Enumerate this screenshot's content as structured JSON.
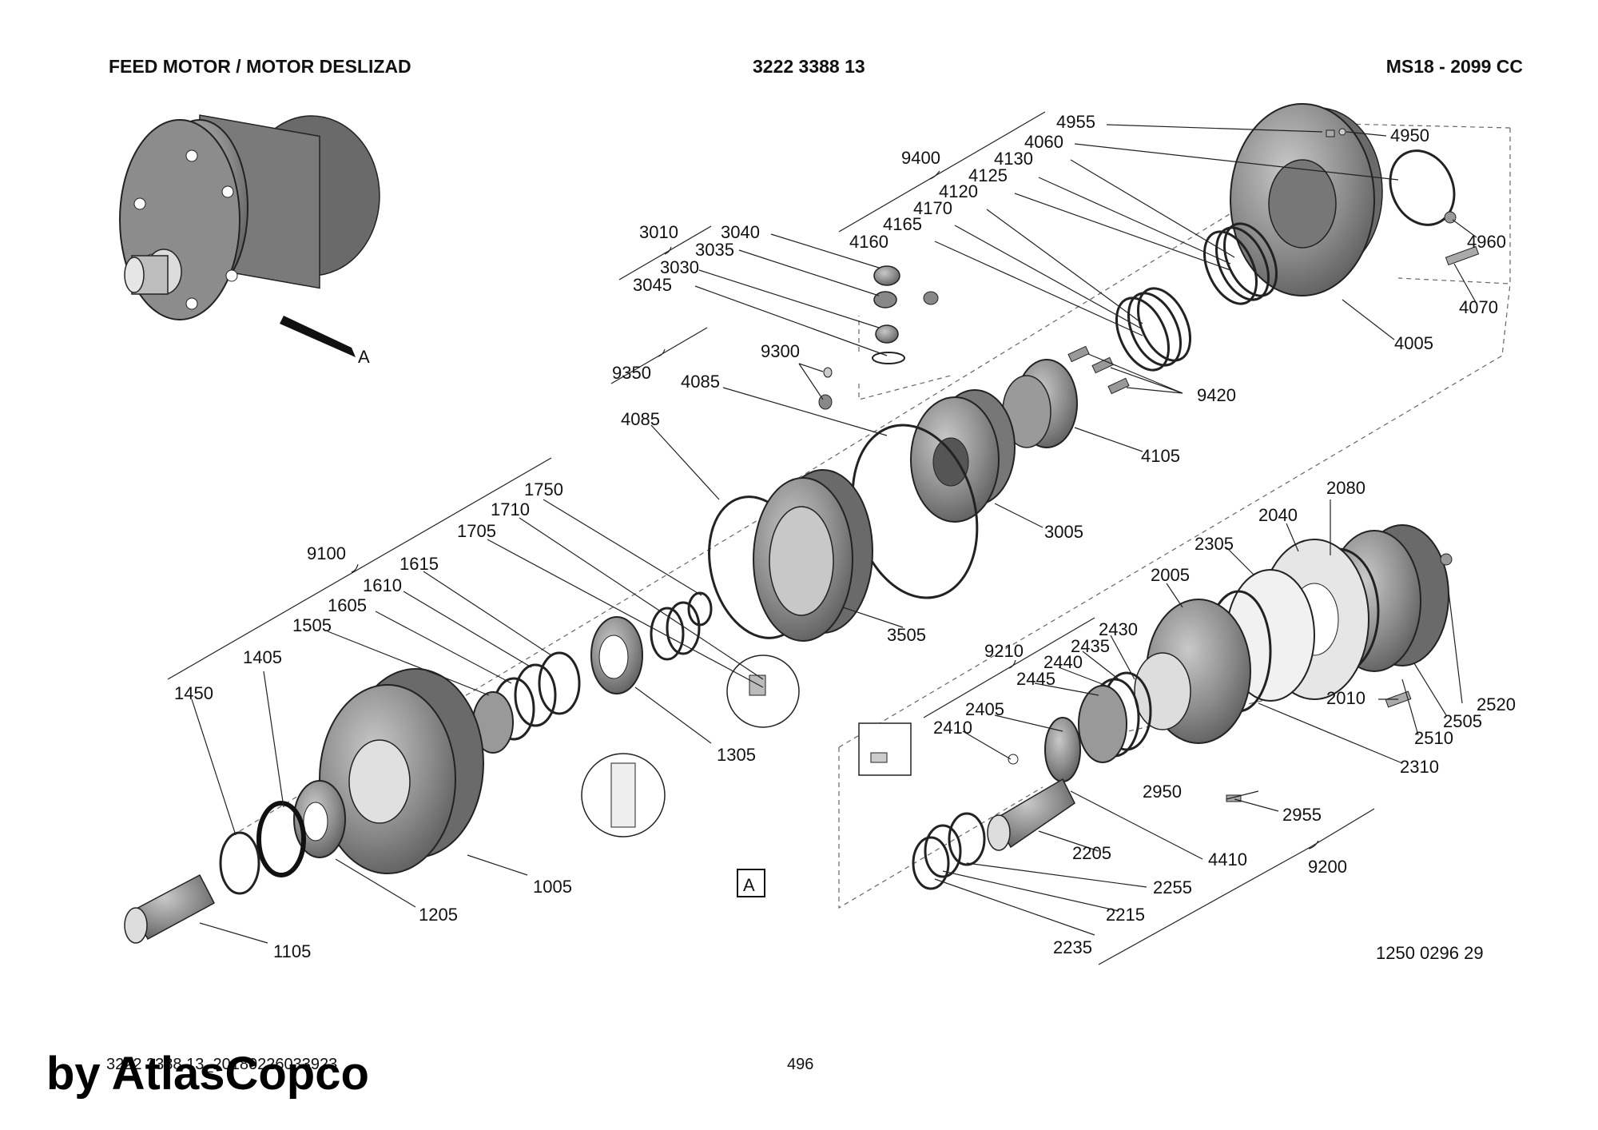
{
  "header": {
    "title": "FEED MOTOR / MOTOR DESLIZAD",
    "part_number": "3222 3388 13",
    "model": "MS18 - 2099 CC"
  },
  "detail_marker": "A",
  "view_box_label": "A",
  "drawing_number": "1250 0296 29",
  "footer": {
    "doc_id": "3222 3388 13_20180226033923",
    "page": "496",
    "watermark": "by AtlasCopco"
  },
  "groups": [
    "9400",
    "3010",
    "9350",
    "9100",
    "9210",
    "9200"
  ],
  "parts": [
    "4955",
    "4950",
    "4060",
    "4130",
    "4125",
    "4120",
    "4170",
    "4165",
    "4160",
    "4960",
    "4070",
    "4005",
    "3040",
    "3035",
    "3030",
    "3045",
    "9300",
    "4085a",
    "4085b",
    "9420",
    "4105",
    "3005",
    "1750",
    "1710",
    "1705",
    "1615",
    "1610",
    "1605",
    "1505",
    "1405",
    "1450",
    "3505",
    "1305",
    "1005",
    "1205",
    "1105",
    "2080",
    "2040",
    "2305",
    "2005",
    "2430",
    "2435",
    "2440",
    "2445",
    "2405",
    "2410",
    "2520",
    "2505",
    "2510",
    "2010",
    "2310",
    "2950",
    "2955",
    "2205",
    "4410",
    "2255",
    "2215",
    "2235"
  ],
  "labels": {
    "4955": "4955",
    "4950": "4950",
    "4060": "4060",
    "4130": "4130",
    "4125": "4125",
    "4120": "4120",
    "4170": "4170",
    "4165": "4165",
    "4160": "4160",
    "4960": "4960",
    "4070": "4070",
    "4005": "4005",
    "9400": "9400",
    "3010": "3010",
    "3040": "3040",
    "3035": "3035",
    "3030": "3030",
    "3045": "3045",
    "9300": "9300",
    "9350": "9350",
    "4085a": "4085",
    "4085b": "4085",
    "9420": "9420",
    "4105": "4105",
    "3005": "3005",
    "9100": "9100",
    "1750": "1750",
    "1710": "1710",
    "1705": "1705",
    "1615": "1615",
    "1610": "1610",
    "1605": "1605",
    "1505": "1505",
    "1405": "1405",
    "1450": "1450",
    "3505": "3505",
    "1305": "1305",
    "1005": "1005",
    "1205": "1205",
    "1105": "1105",
    "2080": "2080",
    "2040": "2040",
    "2305": "2305",
    "2005": "2005",
    "9210": "9210",
    "2430": "2430",
    "2435": "2435",
    "2440": "2440",
    "2445": "2445",
    "2405": "2405",
    "2410": "2410",
    "2520": "2520",
    "2505": "2505",
    "2510": "2510",
    "2010": "2010",
    "2310": "2310",
    "2950": "2950",
    "2955": "2955",
    "2205": "2205",
    "4410": "4410",
    "2255": "2255",
    "2215": "2215",
    "2235": "2235",
    "9200": "9200"
  },
  "colors": {
    "part_fill": "#8c8c8c",
    "part_dark": "#5e5e5e",
    "part_light": "#bdbdbd",
    "line": "#222222"
  }
}
